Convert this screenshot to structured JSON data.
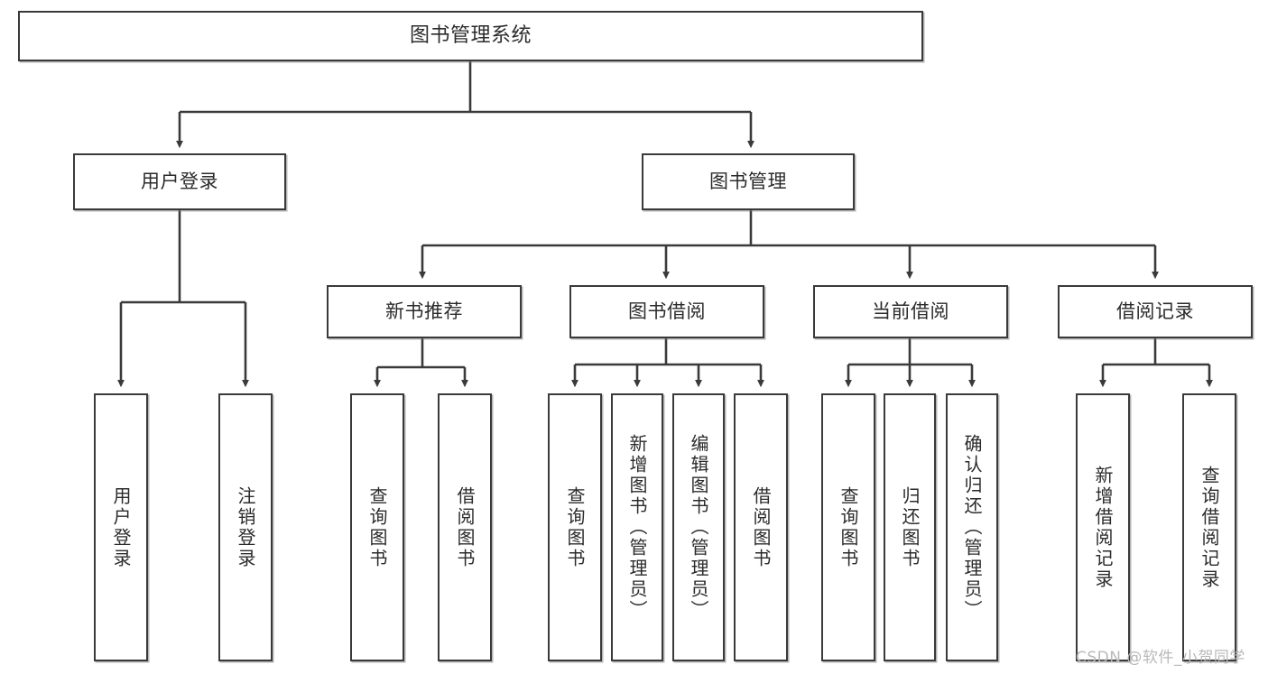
{
  "diagram": {
    "title": "图书管理系统",
    "type": "tree-hierarchy",
    "watermark": "CSDN @软件_小贺同学",
    "colors": {
      "stroke": "#3a3a3a",
      "fill": "#ffffff",
      "text": "#2b2b2b",
      "watermark": "#b9b9b9"
    },
    "levels": {
      "root": {
        "label": "图书管理系统"
      },
      "level2": [
        {
          "label": "用户登录"
        },
        {
          "label": "图书管理"
        }
      ],
      "level3": [
        {
          "label": "新书推荐"
        },
        {
          "label": "图书借阅"
        },
        {
          "label": "当前借阅"
        },
        {
          "label": "借阅记录"
        }
      ],
      "leaves": [
        {
          "label": "用户登录",
          "parent": "用户登录"
        },
        {
          "label": "注销登录",
          "parent": "用户登录"
        },
        {
          "label": "查询图书",
          "parent": "新书推荐"
        },
        {
          "label": "借阅图书",
          "parent": "新书推荐"
        },
        {
          "label": "查询图书",
          "parent": "图书借阅"
        },
        {
          "label": "新增图书（管理员）",
          "parent": "图书借阅"
        },
        {
          "label": "编辑图书（管理员）",
          "parent": "图书借阅"
        },
        {
          "label": "借阅图书",
          "parent": "图书借阅"
        },
        {
          "label": "查询图书",
          "parent": "当前借阅"
        },
        {
          "label": "归还图书",
          "parent": "当前借阅"
        },
        {
          "label": "确认归还（管理员）",
          "parent": "当前借阅"
        },
        {
          "label": "新增借阅记录",
          "parent": "借阅记录"
        },
        {
          "label": "查询借阅记录",
          "parent": "借阅记录"
        }
      ]
    }
  }
}
